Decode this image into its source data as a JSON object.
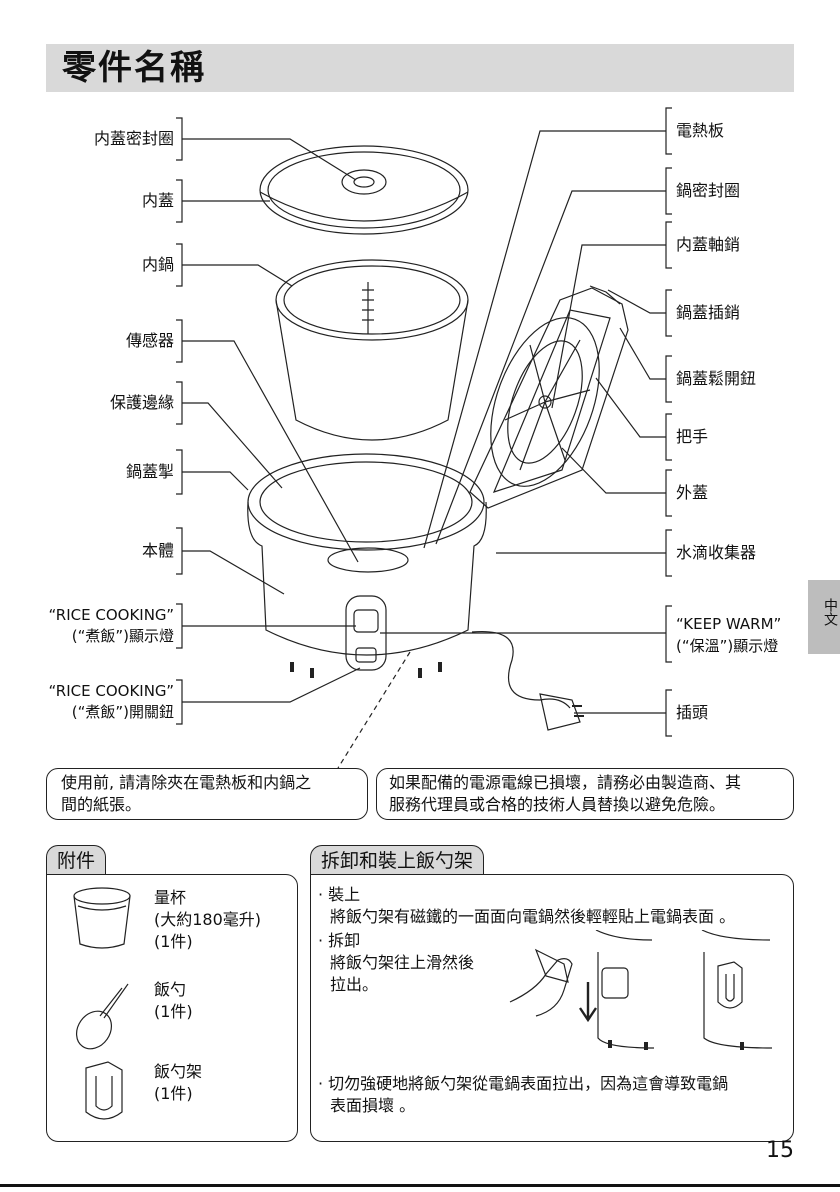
{
  "page": {
    "title": "零件名稱",
    "page_number": "15",
    "side_tab": "中文"
  },
  "parts_left": [
    "内蓋密封圈",
    "内蓋",
    "内鍋",
    "傳感器",
    "保護邊緣",
    "鍋蓋掣",
    "本體"
  ],
  "rice_cooking_lamp": {
    "line1": "“RICE COOKING”",
    "line2": "(“煮飯”)顯示燈"
  },
  "rice_cooking_switch": {
    "line1": "“RICE COOKING”",
    "line2": "(“煮飯”)開關鈕"
  },
  "parts_right": [
    "電熱板",
    "鍋密封圈",
    "内蓋軸銷",
    "鍋蓋插銷",
    "鍋蓋鬆開鈕",
    "把手",
    "外蓋",
    "水滴收集器"
  ],
  "keep_warm_lamp": {
    "line1": "“KEEP WARM”",
    "line2": "(“保溫”)顯示燈"
  },
  "plug_label": "插頭",
  "notes": {
    "before_use_1": "使用前, 請清除夾在電熱板和内鍋之",
    "before_use_2": "間的紙張。",
    "cord_1": "如果配備的電源電線已損壞，請務必由製造商、其",
    "cord_2": "服務代理員或合格的技術人員替換以避免危險。"
  },
  "accessories": {
    "title": "附件",
    "items": [
      {
        "name": "量杯",
        "detail": "(大約180毫升)",
        "qty": "(1件)"
      },
      {
        "name": "飯勺",
        "qty": "(1件)"
      },
      {
        "name": "飯勺架",
        "qty": "(1件)"
      }
    ]
  },
  "holder": {
    "title": "拆卸和裝上飯勺架",
    "attach_heading": "· 裝上",
    "attach_text": "將飯勺架有磁鐵的一面面向電鍋然後輕輕貼上電鍋表面 。",
    "remove_heading": "· 拆卸",
    "remove_text_1": "將飯勺架往上滑然後",
    "remove_text_2": "拉出。",
    "warning_1": "· 切勿強硬地將飯勺架從電鍋表面拉出，因為這會導致電鍋",
    "warning_2": "表面損壞 。"
  }
}
